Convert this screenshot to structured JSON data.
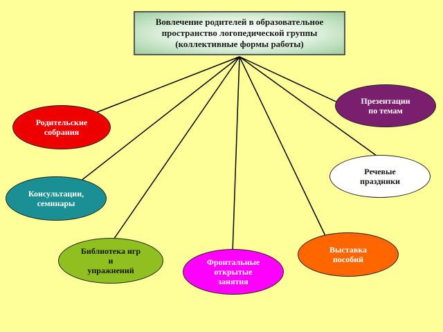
{
  "title": {
    "lines": [
      "Вовлечение родителей в  образовательное",
      "пространство логопедической группы",
      "(коллективные формы работы)"
    ]
  },
  "nodes": [
    {
      "id": "parent-meetings",
      "lines": [
        "Родительские",
        "собрания"
      ],
      "fill": "#ee0000",
      "text_color": "#ffffff"
    },
    {
      "id": "consultations",
      "lines": [
        "Консультации,",
        "семинары"
      ],
      "fill": "#1a8f94",
      "text_color": "#ffffff"
    },
    {
      "id": "games-library",
      "lines": [
        "Библиотека игр",
        "и",
        "упражнений"
      ],
      "fill": "#90c020",
      "text_color": "#111111"
    },
    {
      "id": "open-lessons",
      "lines": [
        "Фронтальные",
        "открытые",
        "занятия"
      ],
      "fill": "#ff00ff",
      "text_color": "#ffffff"
    },
    {
      "id": "aids-exhibition",
      "lines": [
        "Выставка",
        "пособий"
      ],
      "fill": "#ff6600",
      "text_color": "#ffffff"
    },
    {
      "id": "speech-holidays",
      "lines": [
        "Речевые",
        "праздники"
      ],
      "fill": "#ffffff",
      "text_color": "#111111"
    },
    {
      "id": "presentations",
      "lines": [
        "Презентации",
        "по темам"
      ],
      "fill": "#7a1f6e",
      "text_color": "#ffffff"
    }
  ]
}
